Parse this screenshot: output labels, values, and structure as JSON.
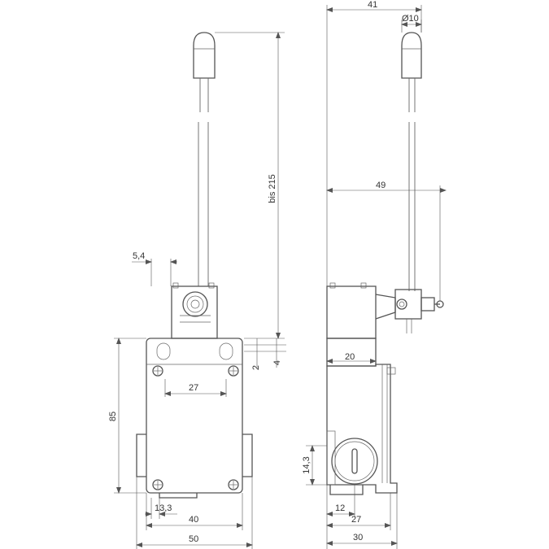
{
  "front_view": {
    "dim_lever_length": "bis 215",
    "dim_lever_offset": "5,4",
    "dim_hole_spacing_top": "27",
    "dim_height": "85",
    "dim_bottom_spacing": "13,3",
    "dim_hole_spacing_bottom": "40",
    "dim_width": "50",
    "dim_two": "2",
    "dim_four": "4"
  },
  "side_view": {
    "dim_top_width": "41",
    "dim_diameter": "Ø10",
    "dim_lever_reach": "49",
    "dim_neck": "20",
    "dim_height_low": "14,3",
    "dim_bottom_offset": "12",
    "dim_depth_inner": "27",
    "dim_depth": "30"
  }
}
